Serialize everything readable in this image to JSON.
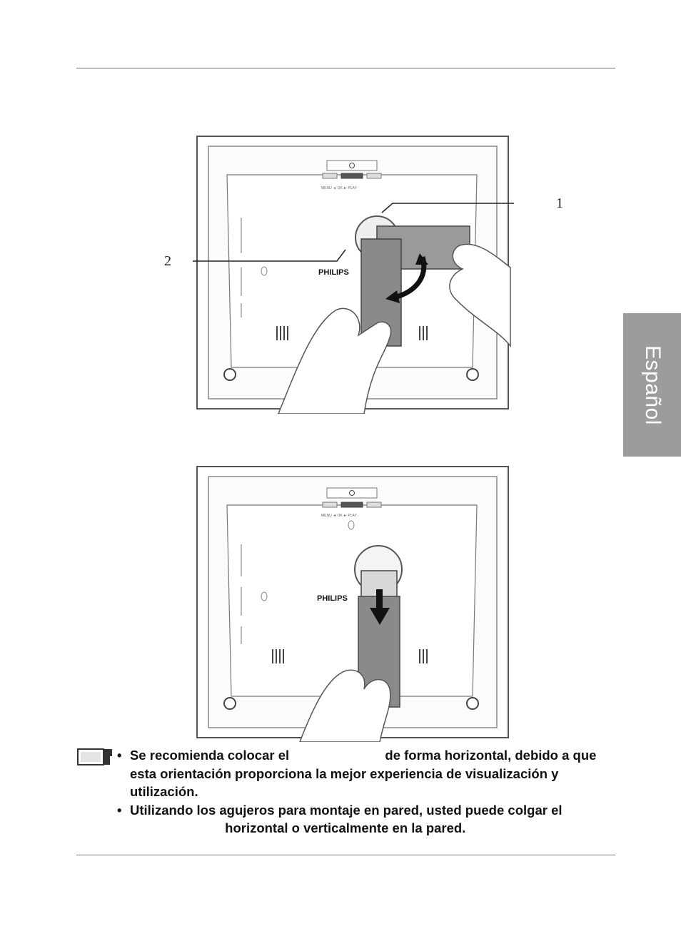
{
  "language_tab": "Español",
  "figure1": {
    "brand": "PHILIPS",
    "callout_1": "1",
    "callout_2": "2"
  },
  "figure2": {
    "brand": "PHILIPS"
  },
  "notes": [
    {
      "before_gap": "Se recomienda colocar el",
      "after_gap": "de forma horizontal, debido a que esta orientación proporciona la mejor experiencia de visualización y utilización."
    },
    {
      "before_gap": "Utilizando los agujeros para montaje en pared, usted puede colgar el",
      "after_gap": "horizontal o verticalmente en la pared."
    }
  ],
  "icons": [
    "note-icon",
    "arrow-rotate-icon",
    "arrow-down-icon"
  ],
  "colors": {
    "tab": "#9c9c9c",
    "rule": "#777777",
    "stand": "#8a8a8a"
  }
}
